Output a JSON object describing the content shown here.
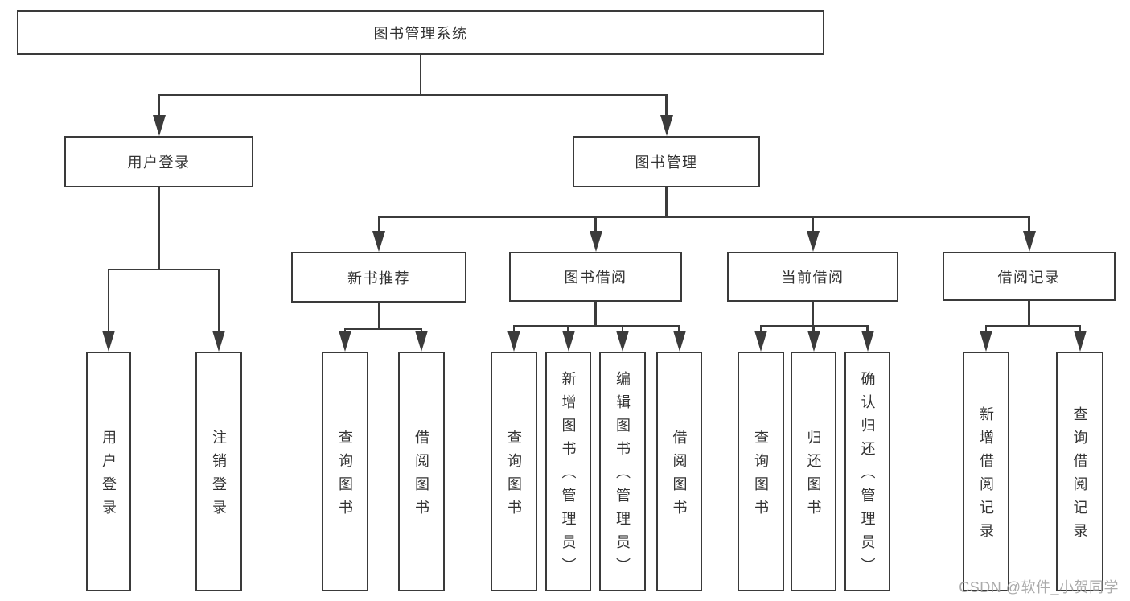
{
  "watermark": {
    "text": "CSDN @软件_小贺同学"
  },
  "colors": {
    "line": "#3b3b3b",
    "text": "#333333",
    "background": "#ffffff",
    "box_fill": "#ffffff",
    "watermark": "#a2a2a2"
  },
  "nodes": [
    {
      "id": "root",
      "label": "图书管理系统",
      "parent": null,
      "orientation": "horizontal"
    },
    {
      "id": "user-login",
      "label": "用户登录",
      "parent": "root",
      "orientation": "horizontal"
    },
    {
      "id": "book-management",
      "label": "图书管理",
      "parent": "root",
      "orientation": "horizontal"
    },
    {
      "id": "new-book-recommend",
      "label": "新书推荐",
      "parent": "book-management",
      "orientation": "horizontal"
    },
    {
      "id": "book-borrowing",
      "label": "图书借阅",
      "parent": "book-management",
      "orientation": "horizontal"
    },
    {
      "id": "current-borrowing",
      "label": "当前借阅",
      "parent": "book-management",
      "orientation": "horizontal"
    },
    {
      "id": "borrowing-records",
      "label": "借阅记录",
      "parent": "book-management",
      "orientation": "horizontal"
    },
    {
      "id": "user-login-leaf",
      "label": "用户登录",
      "parent": "user-login",
      "orientation": "vertical"
    },
    {
      "id": "logout-leaf",
      "label": "注销登录",
      "parent": "user-login",
      "orientation": "vertical"
    },
    {
      "id": "query-books-1",
      "label": "查询图书",
      "parent": "new-book-recommend",
      "orientation": "vertical"
    },
    {
      "id": "borrow-books-1",
      "label": "借阅图书",
      "parent": "new-book-recommend",
      "orientation": "vertical"
    },
    {
      "id": "query-books-2",
      "label": "查询图书",
      "parent": "book-borrowing",
      "orientation": "vertical"
    },
    {
      "id": "add-books-admin",
      "label": "新增图书（管理员）",
      "parent": "book-borrowing",
      "orientation": "vertical"
    },
    {
      "id": "edit-books-admin",
      "label": "编辑图书（管理员）",
      "parent": "book-borrowing",
      "orientation": "vertical"
    },
    {
      "id": "borrow-books-2",
      "label": "借阅图书",
      "parent": "book-borrowing",
      "orientation": "vertical"
    },
    {
      "id": "query-books-3",
      "label": "查询图书",
      "parent": "current-borrowing",
      "orientation": "vertical"
    },
    {
      "id": "return-books",
      "label": "归还图书",
      "parent": "current-borrowing",
      "orientation": "vertical"
    },
    {
      "id": "confirm-return-admin",
      "label": "确认归还（管理员）",
      "parent": "current-borrowing",
      "orientation": "vertical"
    },
    {
      "id": "add-borrow-record",
      "label": "新增借阅记录",
      "parent": "borrowing-records",
      "orientation": "vertical"
    },
    {
      "id": "query-borrow-record",
      "label": "查询借阅记录",
      "parent": "borrowing-records",
      "orientation": "vertical"
    }
  ]
}
